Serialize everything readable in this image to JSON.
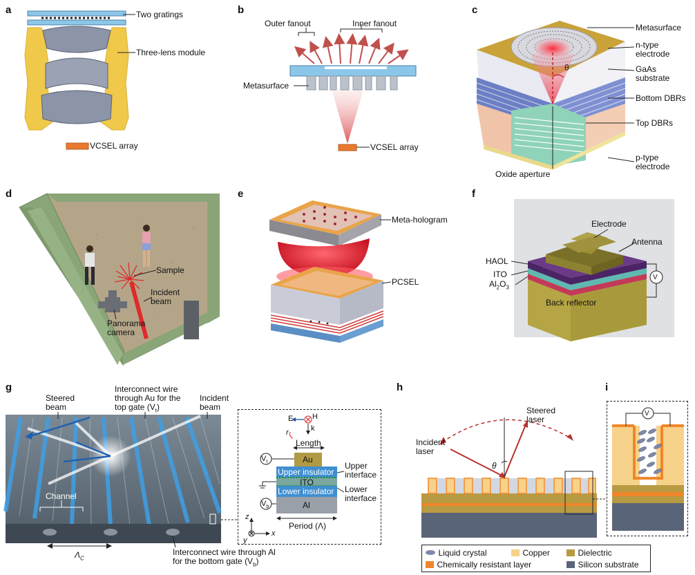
{
  "panels": {
    "a": {
      "letter": "a",
      "labels": {
        "gratings": "Two gratings",
        "lens": "Three-lens module",
        "vcsel": "VCSEL array"
      },
      "colors": {
        "housing": "#f0c94a",
        "lens": "#8c94a8",
        "grating": "#8cc7ea",
        "vcsel": "#e8792f"
      }
    },
    "b": {
      "letter": "b",
      "labels": {
        "outer": "Outer fanout",
        "inner": "Inner fanout",
        "meta": "Metasurface",
        "vcsel": "VCSEL array"
      },
      "colors": {
        "arrow": "#c0504d",
        "substrate": "#8cc7ea",
        "pillar": "#bcc2cc"
      }
    },
    "c": {
      "letter": "c",
      "labels": {
        "meta": "Metasurface",
        "ntype": "n-type electrode",
        "gaas": "GaAs substrate",
        "bottom": "Bottom DBRs",
        "top": "Top DBRs",
        "ptype": "p-type electrode",
        "oxide": "Oxide aperture",
        "theta": "θ"
      },
      "colors": {
        "gold": "#c9a23a",
        "dbr_bottom": "#6c7fc4",
        "dbr_top": "#8fd3b9",
        "beam": "#e8283b"
      }
    },
    "d": {
      "letter": "d",
      "labels": {
        "sample": "Sample",
        "incident": "Incident beam",
        "camera": "Panorama camera"
      },
      "colors": {
        "wall": "#8aa578",
        "floor": "#b4a589",
        "beam": "#e02a2a"
      }
    },
    "e": {
      "letter": "e",
      "labels": {
        "holo": "Meta-hologram",
        "pcsel": "PCSEL"
      },
      "colors": {
        "beam": "#e02a38",
        "top": "#e9a44a"
      }
    },
    "f": {
      "letter": "f",
      "labels": {
        "electrode": "Electrode",
        "antenna": "Antenna",
        "haol": "HAOL",
        "ito": "ITO",
        "al2o3_base": "Al",
        "al2o3_sub": "2",
        "al2o3_rest": "O",
        "al2o3_sub2": "3",
        "back": "Back reflector",
        "v": "V"
      },
      "colors": {
        "gold": "#a89a3a",
        "haol": "#4b2466",
        "ito": "#5fb9b0",
        "al2o3": "#c23a57"
      }
    },
    "g": {
      "letter": "g",
      "labels": {
        "steered": "Steered beam",
        "interconnect_top": "Interconnect wire through Au for the top gate (V",
        "interconnect_top_sub": "t",
        "interconnect_top_end": ")",
        "incident": "Incident beam",
        "channel": "Channel",
        "lambda_c": "Λ",
        "lambda_c_sub": "C",
        "interconnect_bottom": "Interconnect wire through Al for the bottom gate (V",
        "interconnect_bottom_sub": "b",
        "interconnect_bottom_end": ")",
        "E": "E",
        "H": "H",
        "k": "k",
        "r": "r",
        "length": "Length",
        "au": "Au",
        "vt": "V",
        "vt_sub": "t",
        "upper_ins": "Upper insulator",
        "ito": "ITO",
        "lower_ins": "Lower insulator",
        "al": "Al",
        "vb": "V",
        "vb_sub": "b",
        "upper_if": "Upper interface",
        "lower_if": "Lower interface",
        "period": "Period (Λ)",
        "z": "z",
        "y": "y",
        "x": "x"
      },
      "colors": {
        "au": "#b09a45",
        "ins": "#3f8fd1",
        "ito": "#7aa8a0",
        "al": "#9aa0a8"
      }
    },
    "h": {
      "letter": "h",
      "labels": {
        "steered": "Steered laser",
        "incident": "Incident laser",
        "theta": "θ"
      },
      "colors": {
        "copper": "#f6d28a",
        "dielectric": "#b89a42",
        "orange": "#f0862a",
        "silicon": "#5a6478"
      }
    },
    "i": {
      "letter": "i",
      "labels": {
        "v": "V"
      }
    }
  },
  "legend": [
    {
      "name": "Liquid crystal",
      "color": "#7f8aa8",
      "shape": "ellipse"
    },
    {
      "name": "Copper",
      "color": "#f6d28a",
      "shape": "rect"
    },
    {
      "name": "Dielectric",
      "color": "#b89a42",
      "shape": "rect"
    },
    {
      "name": "Chemically resistant layer",
      "color": "#f0862a",
      "shape": "rect"
    },
    {
      "name": "Silicon substrate",
      "color": "#5a6478",
      "shape": "rect"
    }
  ]
}
